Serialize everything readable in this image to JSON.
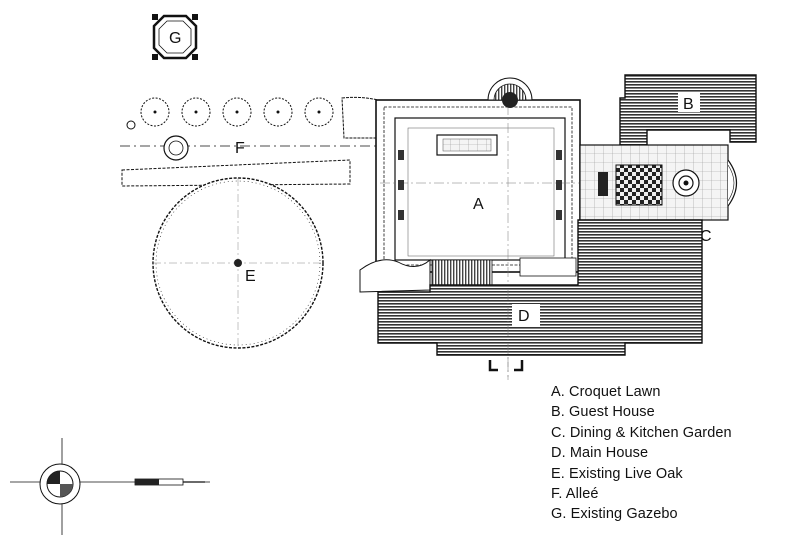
{
  "plan": {
    "zone_letters": {
      "a": "A",
      "b": "B",
      "c": "C",
      "d": "D",
      "e": "E",
      "f": "F",
      "g": "G"
    }
  },
  "legend": {
    "items": [
      "A. Croquet Lawn",
      "B. Guest House",
      "C. Dining & Kitchen Garden",
      "D. Main House",
      "E. Existing Live Oak",
      "F.  Alleé",
      "G. Existing Gazebo"
    ]
  },
  "colors": {
    "ink": "#111111",
    "paper": "#ffffff",
    "hatch": "#3a3a3a"
  },
  "icons": [
    "north-arrow-icon",
    "scale-bar-icon"
  ]
}
